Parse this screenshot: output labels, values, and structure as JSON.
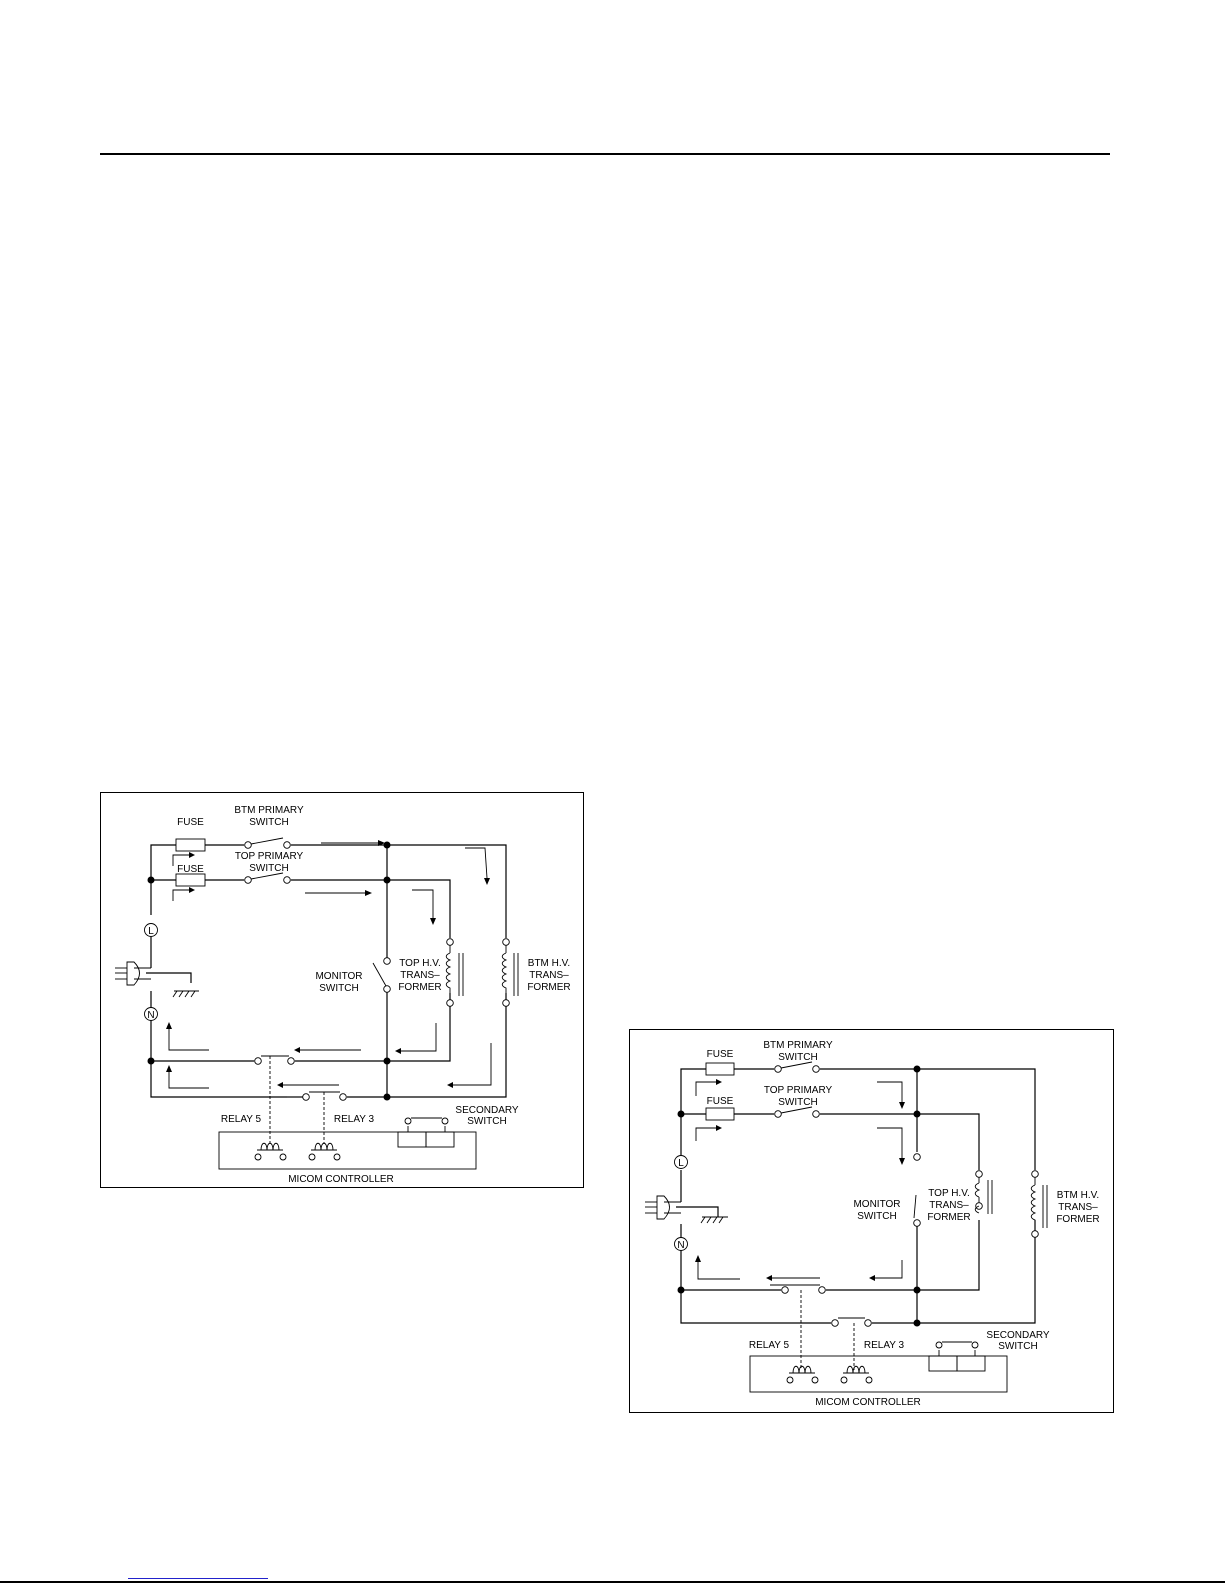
{
  "labels": {
    "fuse": "FUSE",
    "btm_primary_1": "BTM PRIMARY",
    "btm_primary_2": "SWITCH",
    "top_primary_1": "TOP PRIMARY",
    "top_primary_2": "SWITCH",
    "monitor_1": "MONITOR",
    "monitor_2": "SWITCH",
    "top_hv_1": "TOP H.V.",
    "top_hv_2": "TRANS–",
    "top_hv_3": "FORMER",
    "btm_hv_1": "BTM H.V.",
    "btm_hv_2": "TRANS–",
    "btm_hv_3": "FORMER",
    "relay5": "RELAY 5",
    "relay3": "RELAY 3",
    "secondary_1": "SECONDARY",
    "secondary_2": "SWITCH",
    "micom": "MICOM CONTROLLER",
    "line": "L",
    "neutral": "N"
  }
}
